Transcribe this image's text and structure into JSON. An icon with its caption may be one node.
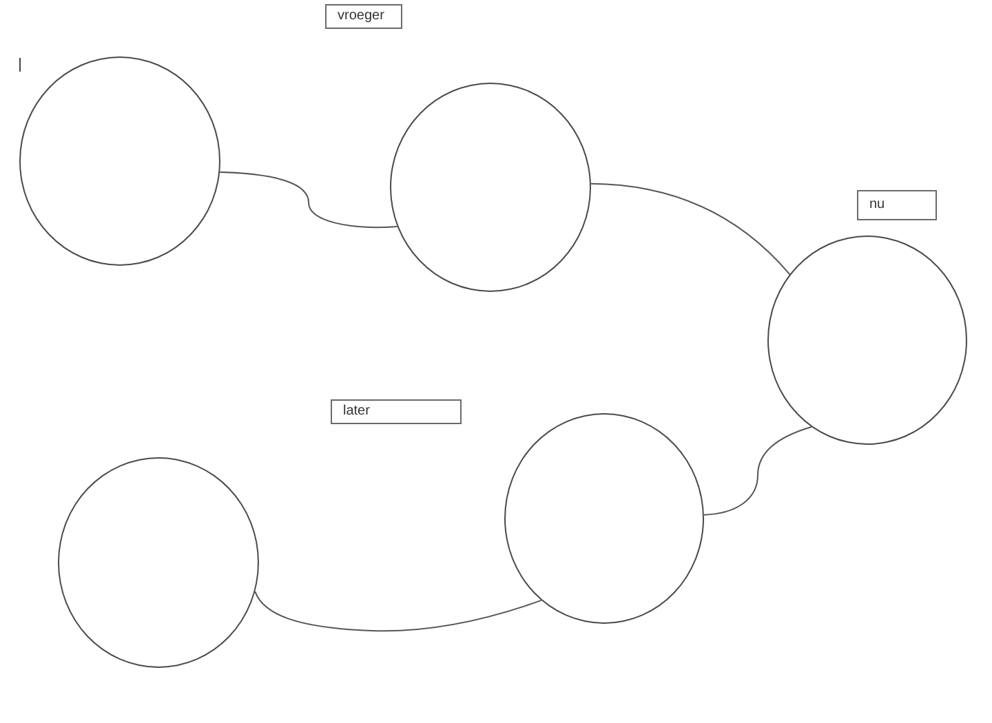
{
  "diagram": {
    "nodes": [
      {
        "text": [
          "vroeger"
        ]
      },
      {
        "text": [],
        "shape": "circle"
      },
      {
        "text": [],
        "shape": "circle"
      },
      {
        "text": [
          "nu"
        ]
      },
      {
        "text": [],
        "shape": "circle"
      },
      {
        "text": [
          "later"
        ]
      },
      {
        "text": [],
        "shape": "circle"
      },
      {
        "text": [],
        "shape": "circle"
      }
    ],
    "edges": [
      {
        "from": 1,
        "to": 2,
        "arrow": "none"
      },
      {
        "from": 2,
        "to": 4,
        "arrow": "none"
      },
      {
        "from": 4,
        "to": 6,
        "arrow": "none"
      },
      {
        "from": 6,
        "to": 7,
        "arrow": "none"
      }
    ]
  }
}
